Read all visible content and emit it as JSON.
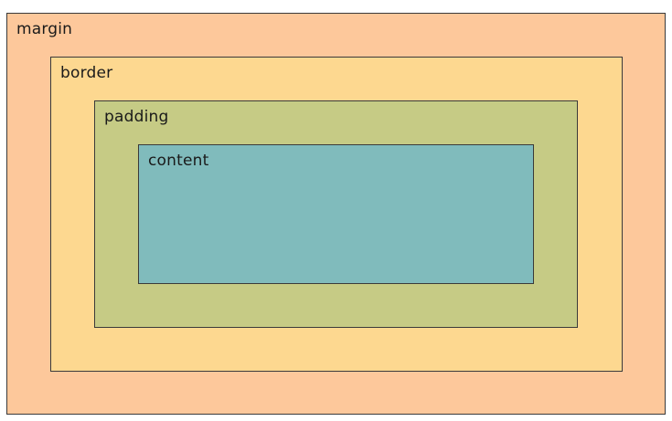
{
  "layers": {
    "margin": {
      "label": "margin",
      "color": "#fdc89b"
    },
    "border": {
      "label": "border",
      "color": "#fdd890"
    },
    "padding": {
      "label": "padding",
      "color": "#c6cb85"
    },
    "content": {
      "label": "content",
      "color": "#80bbbc"
    }
  }
}
